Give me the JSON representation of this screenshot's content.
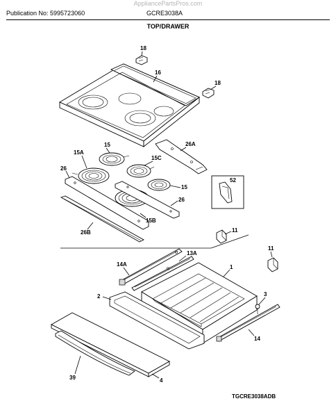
{
  "header": {
    "publication": "Publication No: 5995723060",
    "model": "GCRE3038A",
    "watermark": "AppliancePartsPros.com"
  },
  "title": "TOP/DRAWER",
  "footer_code": "TGCRE3038ADB",
  "callouts": {
    "c18a": "18",
    "c16": "16",
    "c18b": "18",
    "c15a": "15",
    "c15A": "15A",
    "c26a": "26A",
    "c15c": "15C",
    "c26": "26",
    "c52": "52",
    "c15b": "15",
    "c26r": "26",
    "c15B": "15B",
    "c26B": "26B",
    "c11a": "11",
    "c11b": "11",
    "c14A": "14A",
    "c13A": "13A",
    "c1": "1",
    "c2": "2",
    "c3": "3",
    "c14": "14",
    "c39": "39",
    "c4": "4"
  }
}
